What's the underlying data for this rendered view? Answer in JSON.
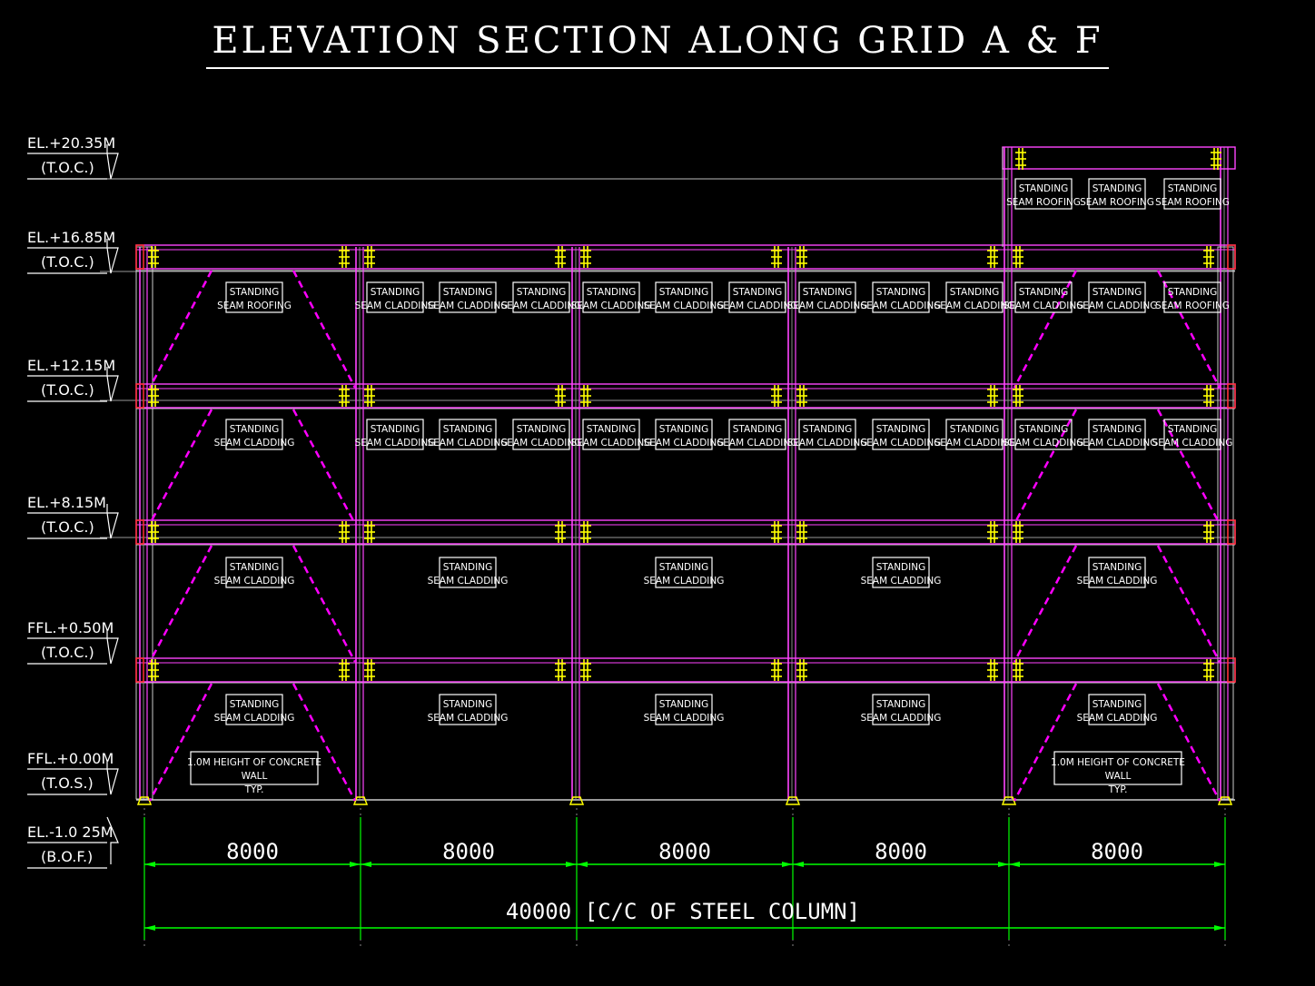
{
  "title": "ELEVATION SECTION ALONG GRID A & F",
  "levels": [
    {
      "name": "EL.+20.35M",
      "ref": "(T.O.C.)"
    },
    {
      "name": "EL.+16.85M",
      "ref": "(T.O.C.)"
    },
    {
      "name": "EL.+12.15M",
      "ref": "(T.O.C.)"
    },
    {
      "name": "EL.+8.15M",
      "ref": "(T.O.C.)"
    },
    {
      "name": "FFL.+0.50M",
      "ref": "(T.O.C.)"
    },
    {
      "name": "FFL.+0.00M",
      "ref": "(T.O.S.)"
    },
    {
      "name": "EL.-1.0 25M",
      "ref": "(B.O.F.)"
    }
  ],
  "bay_dimensions": [
    "8000",
    "8000",
    "8000",
    "8000",
    "8000"
  ],
  "total_dimension": "40000 [C/C OF STEEL COLUMN]",
  "tags": {
    "top_row": [
      "STANDING SEAM ROOFING",
      "STANDING SEAM ROOFING",
      "STANDING SEAM ROOFING"
    ],
    "storey1": [
      "STANDING SEAM ROOFING",
      "STANDING SEAM CLADDING",
      "STANDING SEAM CLADDING",
      "STANDING SEAM CLADDING",
      "STANDING SEAM CLADDING",
      "STANDING SEAM CLADDING",
      "STANDING SEAM CLADDING",
      "STANDING SEAM CLADDING",
      "STANDING SEAM CLADDING",
      "STANDING SEAM CLADDING",
      "STANDING SEAM CLADDING",
      "STANDING SEAM CLADDING",
      "STANDING SEAM ROOFING"
    ],
    "storey2": [
      "STANDING SEAM CLADDING",
      "STANDING SEAM CLADDING",
      "STANDING SEAM CLADDING",
      "STANDING SEAM CLADDING",
      "STANDING SEAM CLADDING",
      "STANDING SEAM CLADDING",
      "STANDING SEAM CLADDING",
      "STANDING SEAM CLADDING",
      "STANDING SEAM CLADDING",
      "STANDING SEAM CLADDING",
      "STANDING SEAM CLADDING",
      "STANDING SEAM CLADDING",
      "STANDING SEAM CLADDING"
    ],
    "storey3": [
      "STANDING SEAM CLADDING",
      "STANDING SEAM CLADDING",
      "STANDING SEAM CLADDING",
      "STANDING SEAM CLADDING",
      "STANDING SEAM CLADDING"
    ],
    "storey4": [
      "STANDING SEAM CLADDING",
      "STANDING SEAM CLADDING",
      "STANDING SEAM CLADDING",
      "STANDING SEAM CLADDING",
      "STANDING SEAM CLADDING"
    ]
  },
  "wall_note": [
    "1.0M HEIGHT OF CONCRETE",
    "WALL",
    "TYP."
  ],
  "colors": {
    "frame": "#ff44ff",
    "bracing": "#ff00ff",
    "bolts": "#ffff00",
    "dimension": "#00ff00",
    "grid": "#ffffff",
    "beam_end": "#ff3030"
  }
}
